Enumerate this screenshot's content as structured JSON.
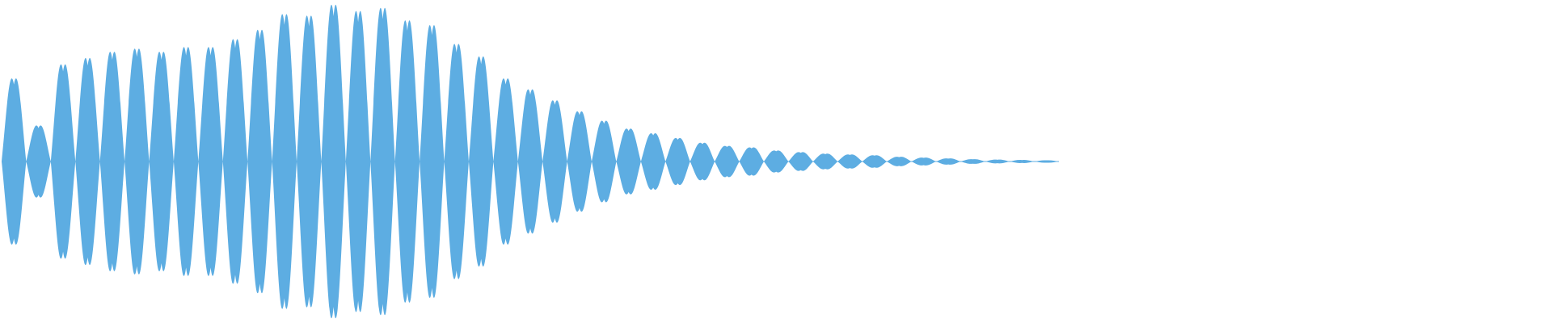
{
  "waveform": {
    "color": "#5dade2",
    "background": "#ffffff",
    "lobes": [
      0.53,
      0.23,
      0.62,
      0.66,
      0.7,
      0.72,
      0.7,
      0.73,
      0.73,
      0.78,
      0.84,
      0.94,
      0.93,
      1.0,
      0.96,
      0.98,
      0.9,
      0.87,
      0.75,
      0.67,
      0.53,
      0.46,
      0.39,
      0.32,
      0.26,
      0.21,
      0.18,
      0.15,
      0.12,
      0.1,
      0.09,
      0.07,
      0.06,
      0.05,
      0.045,
      0.04,
      0.03,
      0.025,
      0.02,
      0.015,
      0.012,
      0.01,
      0.008
    ]
  }
}
